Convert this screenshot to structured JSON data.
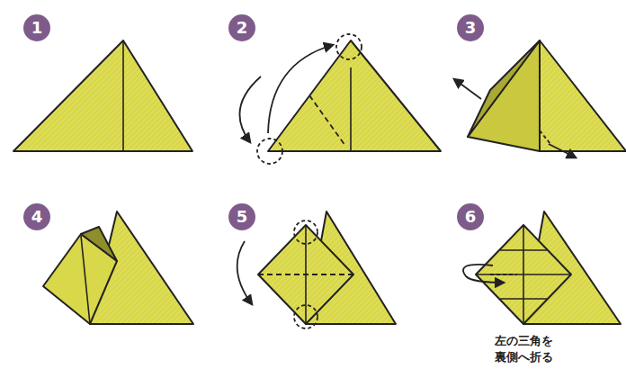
{
  "diagram": {
    "nodes": [
      {
        "text": [
          "1"
        ]
      },
      {
        "text": [
          "2"
        ]
      },
      {
        "text": [
          "3"
        ]
      },
      {
        "text": [
          "4"
        ]
      },
      {
        "text": [
          "5"
        ]
      },
      {
        "text": [
          "6"
        ]
      }
    ],
    "labels": [
      "左の三角を 裏側へ折る"
    ]
  }
}
